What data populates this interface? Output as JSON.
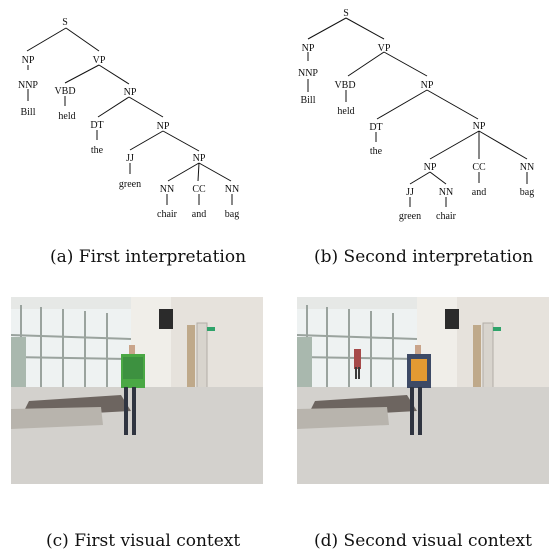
{
  "figure": {
    "tree_a": {
      "labels": {
        "s": "S",
        "np1": "NP",
        "vp": "VP",
        "nnp": "NNP",
        "bill": "Bill",
        "vbd": "VBD",
        "held": "held",
        "np2": "NP",
        "dt": "DT",
        "the": "the",
        "np3": "NP",
        "jj": "JJ",
        "green": "green",
        "np4": "NP",
        "nn1": "NN",
        "chair": "chair",
        "cc": "CC",
        "and": "and",
        "nn2": "NN",
        "bag": "bag"
      }
    },
    "tree_b": {
      "labels": {
        "s": "S",
        "np1": "NP",
        "vp": "VP",
        "nnp": "NNP",
        "bill": "Bill",
        "vbd": "VBD",
        "held": "held",
        "np2": "NP",
        "dt": "DT",
        "the": "the",
        "np3": "NP",
        "np4": "NP",
        "jj": "JJ",
        "green": "green",
        "nn1": "NN",
        "chair": "chair",
        "cc": "CC",
        "and": "and",
        "nn2": "NN",
        "bag": "bag"
      }
    },
    "captions": {
      "a": "(a) First interpretation",
      "b": "(b) Second interpretation",
      "c": "(c) First visual context",
      "d": "(d) Second visual context"
    }
  }
}
